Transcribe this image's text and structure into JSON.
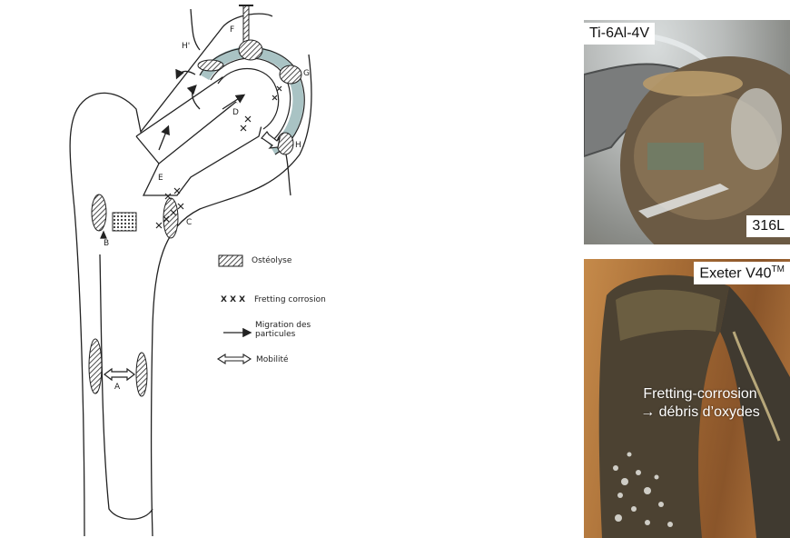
{
  "diagram": {
    "labels": {
      "A": "A",
      "B": "B",
      "C": "C",
      "D": "D",
      "E": "E",
      "F": "F",
      "G": "G",
      "H": "H",
      "H_prime": "H'"
    },
    "legend": {
      "osteolysis": "Ostéolyse",
      "fretting_symbol": "X X X",
      "fretting": "Fretting corrosion",
      "migration": "Migration des\nparticules",
      "mobility": "Mobilité"
    }
  },
  "photo_top": {
    "tag_top": "Ti-6Al-4V",
    "tag_bottom": "316L"
  },
  "photo_bottom": {
    "tag_prefix": "Exeter V40",
    "tag_sup": "TM",
    "caption_line1": "Fretting-corrosion",
    "caption_line2": "→ débris d’oxydes"
  },
  "colors": {
    "cement_ring": "#a9c3c4",
    "line": "#222222"
  }
}
